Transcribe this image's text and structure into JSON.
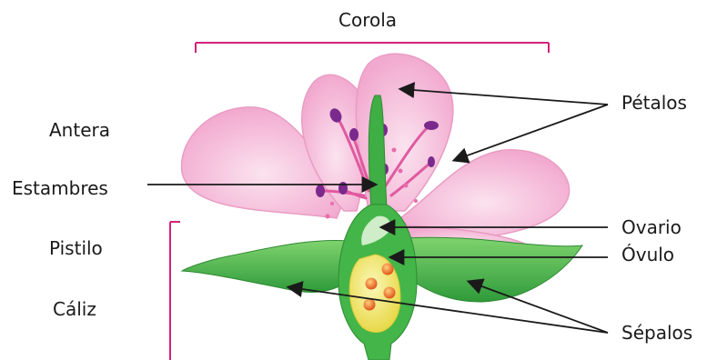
{
  "labels": {
    "corola": "Corola",
    "petalos": "Pétalos",
    "antera": "Antera",
    "estambres": "Estambres",
    "ovario": "Ovario",
    "ovulo": "Óvulo",
    "pistilo": "Pistilo",
    "caliz": "Cáliz",
    "sepalos": "Sépalos"
  },
  "colors": {
    "bracket": "#d4217a",
    "petal": "#f4b6d6",
    "sepal": "#4cb848",
    "ovary": "#f2e96a",
    "anther": "#7a2a8c",
    "arrow": "#1a1a1a"
  }
}
